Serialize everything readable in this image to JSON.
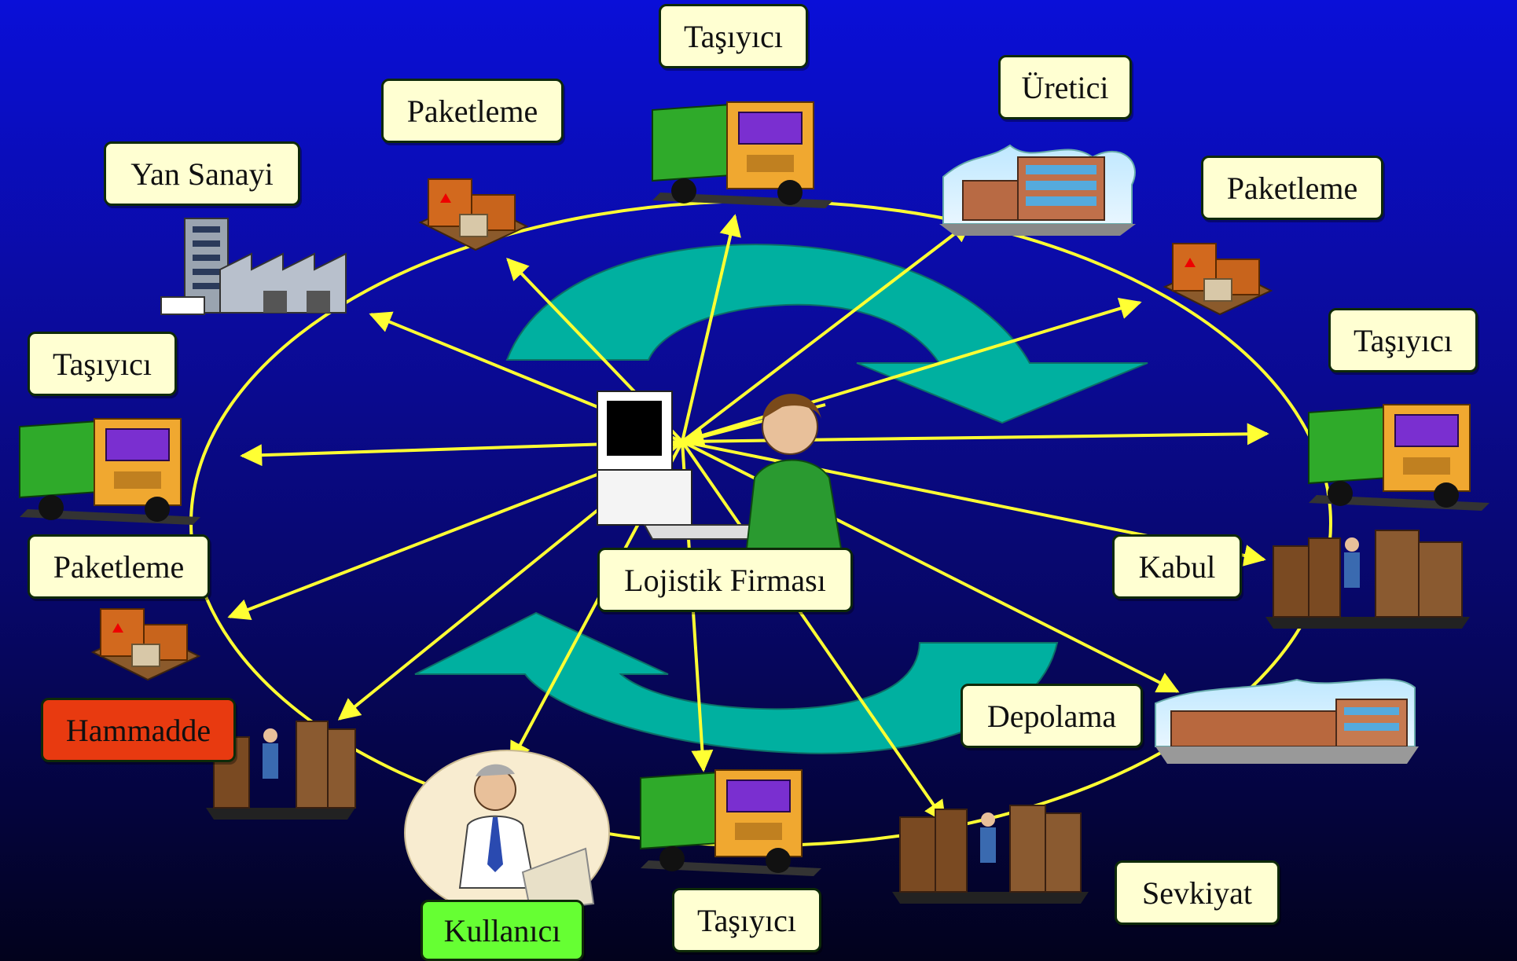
{
  "nodes": {
    "center": "Lojistik Firması",
    "carrier_top": "Taşıyıcı",
    "producer": "Üretici",
    "packaging_top_left": "Paketleme",
    "packaging_top_right": "Paketleme",
    "side_industry": "Yan Sanayi",
    "carrier_left": "Taşıyıcı",
    "carrier_right": "Taşıyıcı",
    "packaging_left": "Paketleme",
    "receiving": "Kabul",
    "raw_material": "Hammadde",
    "storage": "Depolama",
    "user": "Kullanıcı",
    "carrier_bottom": "Taşıyıcı",
    "shipment": "Sevkiyat"
  },
  "colors": {
    "background_top": "#0a0fd8",
    "background_bottom": "#02021c",
    "ring": "#ffff33",
    "arrows": "#ffff33",
    "cycle_arrow": "#00b0a0",
    "label_fill": "#ffffd2",
    "raw_material_fill": "#e83a10",
    "user_fill": "#66ff33"
  },
  "icons": [
    "truck-icon",
    "factory-icon",
    "office-building-icon",
    "package-pallet-icon",
    "warehouse-worker-icon",
    "operator-computer-icon",
    "clerk-icon",
    "cycle-arrow-icon"
  ]
}
